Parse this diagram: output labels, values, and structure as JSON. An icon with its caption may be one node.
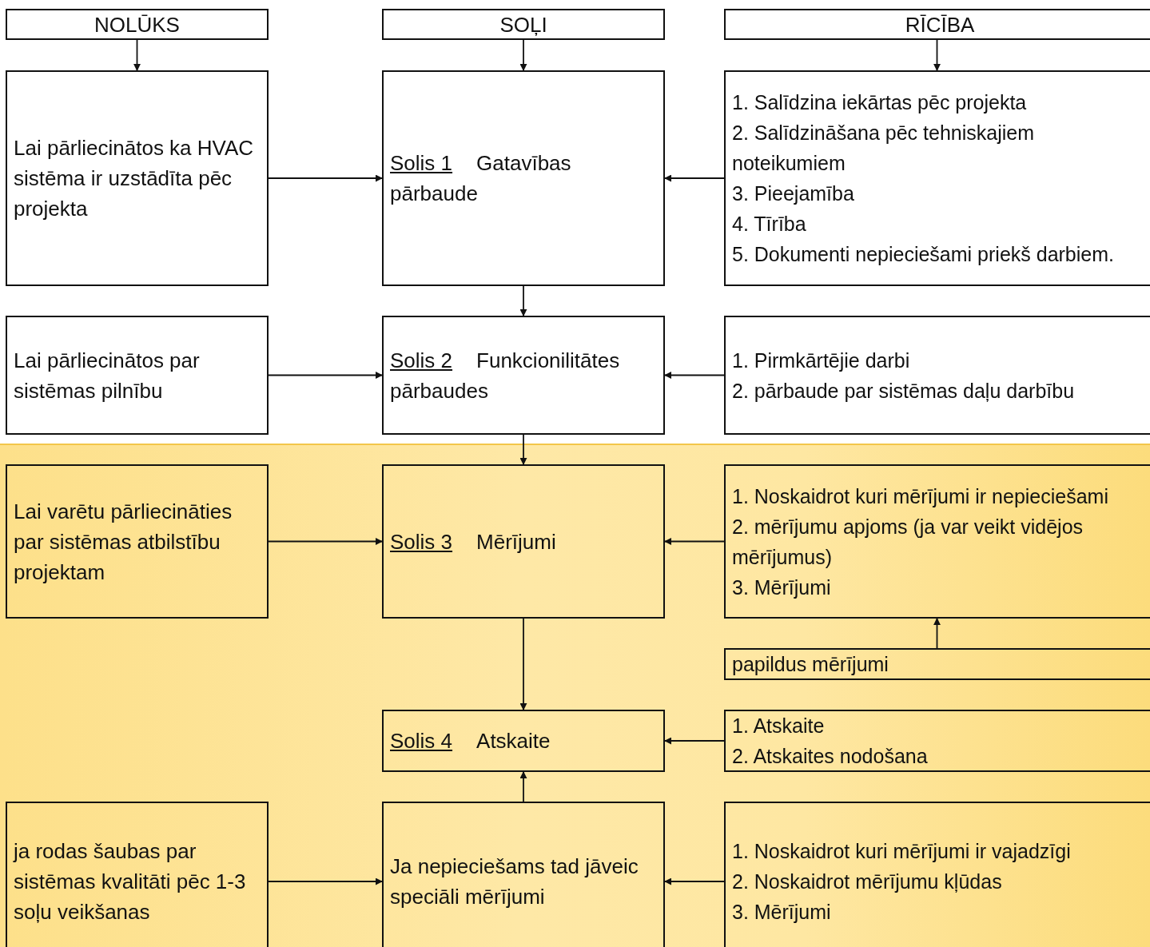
{
  "diagram": {
    "nodes": [
      {
        "text": [
          "NOLŪKS"
        ]
      },
      {
        "text": [
          "SOĻI"
        ]
      },
      {
        "text": [
          "RĪCĪBA"
        ]
      },
      {
        "text": [
          "Lai pārliecinātos ka HVAC sistēma ir uzstādīta pēc projekta"
        ]
      },
      {
        "text": [
          "Solis 1",
          "Gatavības pārbaude"
        ]
      },
      {
        "text": [
          "1. Salīdzina iekārtas pēc projekta",
          "2. Salīdzināšana pēc tehniskajiem noteikumiem",
          "3. Pieejamība",
          "4. Tīrība",
          "5. Dokumenti nepieciešami priekš darbiem."
        ]
      },
      {
        "text": [
          "Lai pārliecinātos par sistēmas pilnību"
        ]
      },
      {
        "text": [
          "Solis 2",
          "Funkcionilitātes pārbaudes"
        ]
      },
      {
        "text": [
          "1. Pirmkārtējie darbi",
          "2. pārbaude par sistēmas daļu darbību"
        ]
      },
      {
        "text": [
          "Lai varētu pārliecināties par sistēmas atbilstību projektam"
        ]
      },
      {
        "text": [
          "Solis 3",
          "Mērījumi"
        ]
      },
      {
        "text": [
          "1. Noskaidrot kuri mērījumi ir nepieciešami",
          "2. mērījumu apjoms (ja var veikt vidējos mērījumus)",
          "3. Mērījumi"
        ]
      },
      {
        "text": [
          "papildus mērījumi"
        ]
      },
      {
        "text": [
          "Solis 4",
          "Atskaite"
        ]
      },
      {
        "text": [
          "1. Atskaite",
          "2. Atskaites nodošana"
        ]
      },
      {
        "text": [
          "ja rodas šaubas par sistēmas kvalitāti pēc 1-3 soļu veikšanas"
        ]
      },
      {
        "text": [
          "Ja nepieciešams tad jāveic speciāli mērījumi"
        ]
      },
      {
        "text": [
          "1. Noskaidrot kuri mērījumi ir vajadzīgi",
          "2. Noskaidrot mērījumu kļūdas",
          "3. Mērījumi"
        ]
      }
    ],
    "edges": [
      {
        "from": 0,
        "to": 3,
        "arrow": "to"
      },
      {
        "from": 1,
        "to": 4,
        "arrow": "to"
      },
      {
        "from": 2,
        "to": 5,
        "arrow": "to"
      },
      {
        "from": 3,
        "to": 4,
        "arrow": "to"
      },
      {
        "from": 5,
        "to": 4,
        "arrow": "to"
      },
      {
        "from": 4,
        "to": 7,
        "arrow": "to"
      },
      {
        "from": 6,
        "to": 7,
        "arrow": "to"
      },
      {
        "from": 8,
        "to": 7,
        "arrow": "to"
      },
      {
        "from": 7,
        "to": 10,
        "arrow": "to"
      },
      {
        "from": 9,
        "to": 10,
        "arrow": "to"
      },
      {
        "from": 11,
        "to": 10,
        "arrow": "to"
      },
      {
        "from": 12,
        "to": 11,
        "arrow": "to"
      },
      {
        "from": 10,
        "to": 13,
        "arrow": "to"
      },
      {
        "from": 14,
        "to": 13,
        "arrow": "to"
      },
      {
        "from": 16,
        "to": 13,
        "arrow": "to"
      },
      {
        "from": 15,
        "to": 16,
        "arrow": "to"
      },
      {
        "from": 17,
        "to": 16,
        "arrow": "to"
      }
    ]
  }
}
